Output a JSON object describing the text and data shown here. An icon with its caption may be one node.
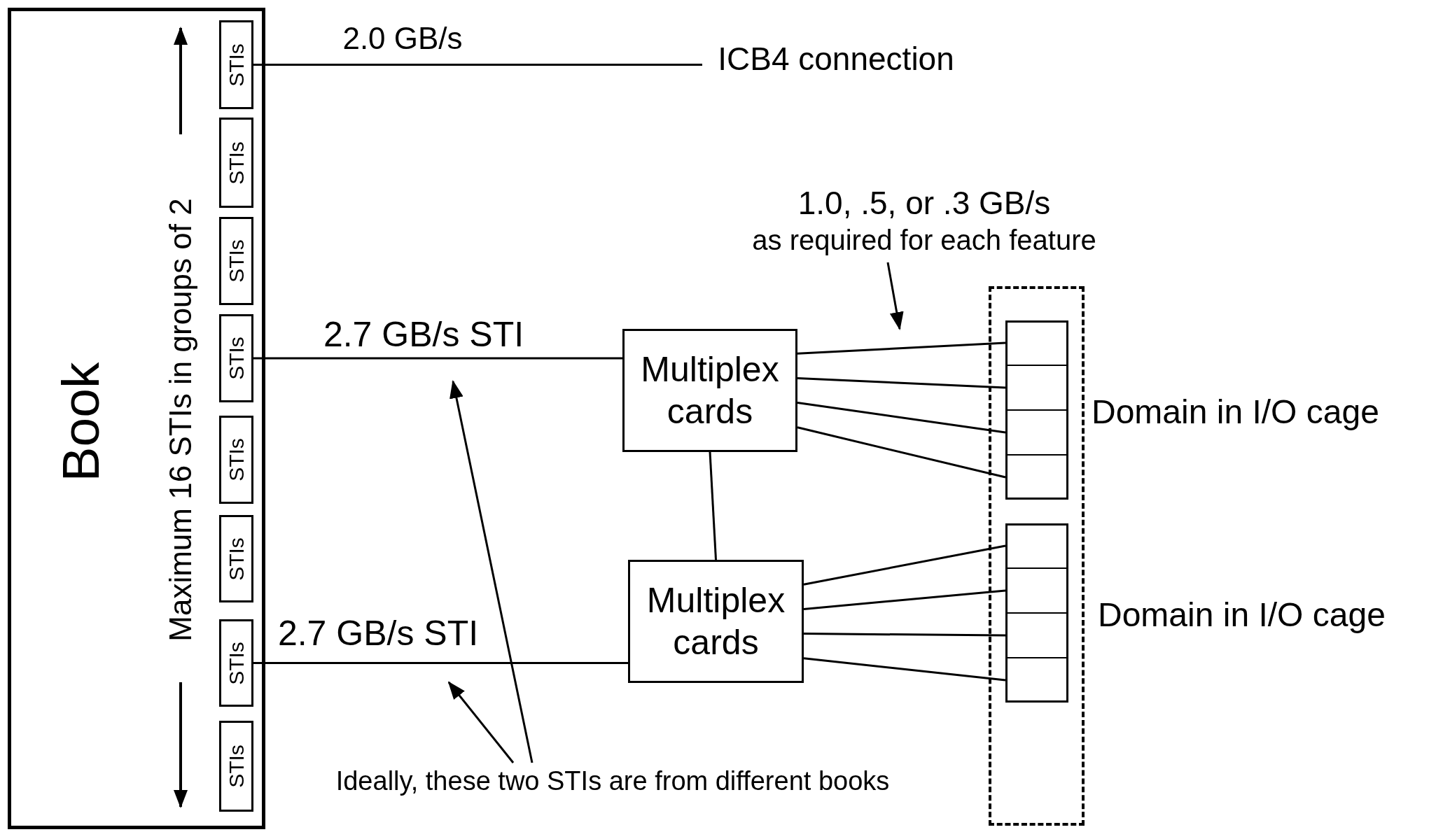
{
  "diagram": {
    "nodes": [
      {
        "text": [
          "Book"
        ]
      },
      {
        "text": [
          "STIs"
        ],
        "in": 0
      },
      {
        "text": [
          "STIs"
        ],
        "in": 0
      },
      {
        "text": [
          "STIs"
        ],
        "in": 0
      },
      {
        "text": [
          "STIs"
        ],
        "in": 0
      },
      {
        "text": [
          "STIs"
        ],
        "in": 0
      },
      {
        "text": [
          "STIs"
        ],
        "in": 0
      },
      {
        "text": [
          "STIs"
        ],
        "in": 0
      },
      {
        "text": [
          "STIs"
        ],
        "in": 0
      },
      {
        "text": [
          "ICB4 connection"
        ]
      },
      {
        "text": [
          "1.0, .5, or .3 GB/s",
          "as required for each feature"
        ]
      },
      {
        "text": [
          "Multiplex cards"
        ]
      },
      {
        "text": [
          "Multiplex cards"
        ]
      },
      {
        "text": [],
        "shape": "box"
      },
      {
        "text": [
          "Domain in I/O cage"
        ],
        "in": 13
      },
      {
        "text": [],
        "shape": "box",
        "in": 14
      },
      {
        "text": [],
        "shape": "box",
        "in": 14
      },
      {
        "text": [],
        "shape": "box",
        "in": 14
      },
      {
        "text": [],
        "shape": "box",
        "in": 14
      },
      {
        "text": [
          "Domain in I/O cage"
        ],
        "in": 13
      },
      {
        "text": [],
        "shape": "box",
        "in": 19
      },
      {
        "text": [],
        "shape": "box",
        "in": 19
      },
      {
        "text": [],
        "shape": "box",
        "in": 19
      },
      {
        "text": [],
        "shape": "box",
        "in": 19
      },
      {
        "text": [
          "Ideally, these two STIs are from different books"
        ]
      }
    ],
    "edges": [
      {
        "from": 1,
        "to": 9,
        "arrow": "none",
        "label": "2.0 GB/s"
      },
      {
        "from": 4,
        "to": 11,
        "arrow": "none",
        "label": "2.7 GB/s STI"
      },
      {
        "from": 7,
        "to": 12,
        "arrow": "none",
        "label": "2.7 GB/s STI"
      },
      {
        "from": 11,
        "to": 12,
        "arrow": "none"
      },
      {
        "from": 11,
        "to": 15,
        "arrow": "none"
      },
      {
        "from": 11,
        "to": 16,
        "arrow": "none"
      },
      {
        "from": 11,
        "to": 17,
        "arrow": "none"
      },
      {
        "from": 11,
        "to": 18,
        "arrow": "none"
      },
      {
        "from": 12,
        "to": 20,
        "arrow": "none"
      },
      {
        "from": 12,
        "to": 21,
        "arrow": "none"
      },
      {
        "from": 12,
        "to": 22,
        "arrow": "none"
      },
      {
        "from": 12,
        "to": 23,
        "arrow": "none"
      },
      {
        "from": 10,
        "to": null,
        "arrow": "to"
      },
      {
        "from": 24,
        "to": null,
        "arrow": "to"
      },
      {
        "from": 24,
        "to": null,
        "arrow": "to"
      }
    ],
    "labels": [
      "Maximum 16 STIs in groups of 2"
    ]
  }
}
